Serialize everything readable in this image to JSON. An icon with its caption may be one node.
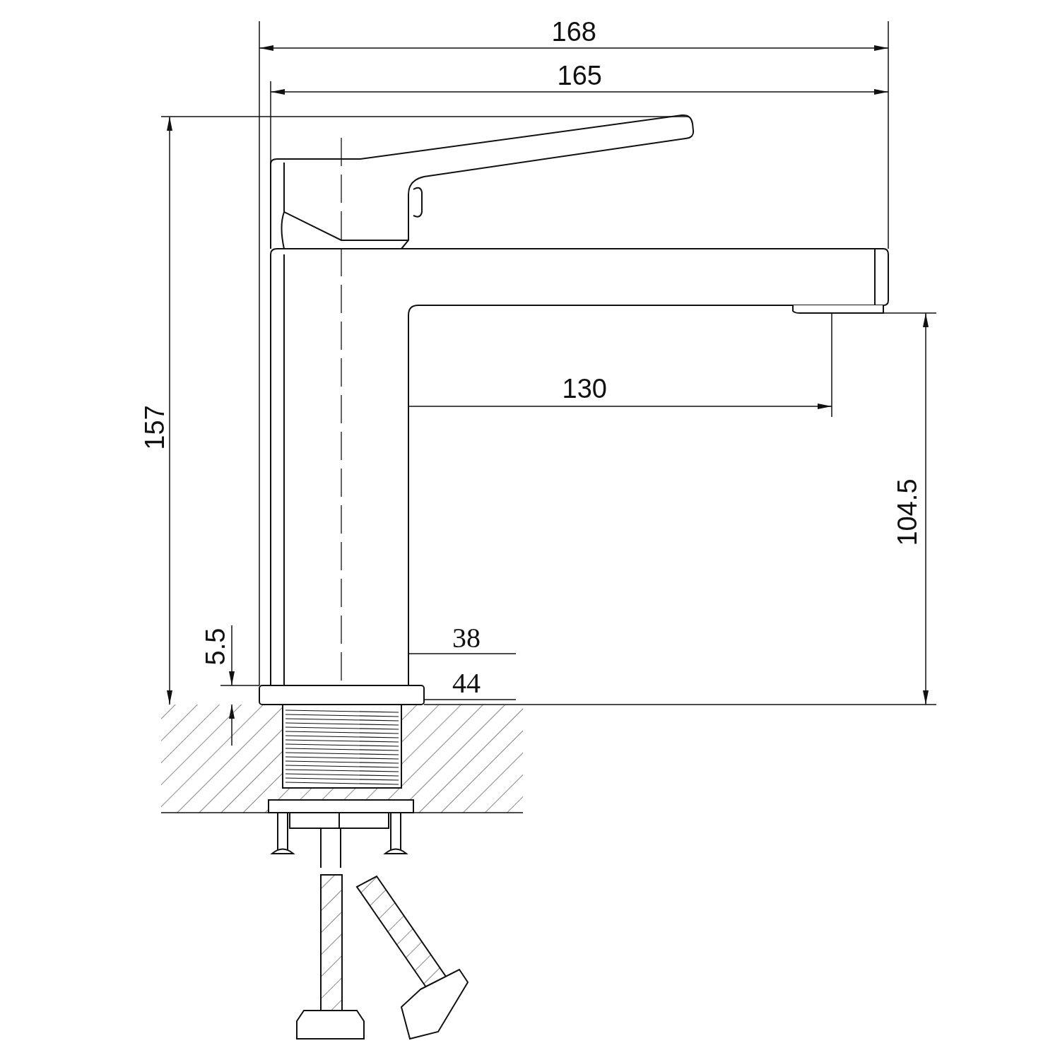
{
  "diagram": {
    "labels": [
      "168",
      "165",
      "157",
      "130",
      "104.5",
      "5.5",
      "38",
      "44"
    ]
  }
}
